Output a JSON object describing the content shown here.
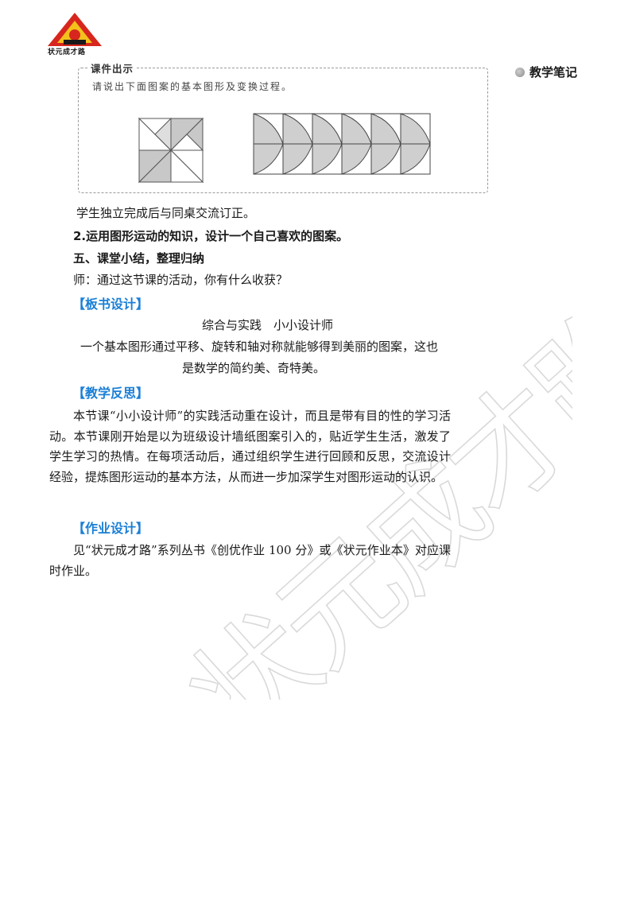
{
  "brand": {
    "logo_text": "状元成才路"
  },
  "sidebar": {
    "notes_label": "教学笔记"
  },
  "courseware": {
    "label": "课件出示",
    "prompt": "请说出下面图案的基本图形及变换过程。"
  },
  "content": {
    "line_check": "学生独立完成后与同桌交流订正。",
    "task2": "2.运用图形运动的知识，设计一个自己喜欢的图案。",
    "section5": "五、课堂小结，整理归纳",
    "teacher_q": "师：通过这节课的活动，你有什么收获？"
  },
  "board": {
    "heading": "【板书设计】",
    "title": "综合与实践　小小设计师",
    "line1": "一个基本图形通过平移、旋转和轴对称就能够得到美丽的图案，这也",
    "line2": "是数学的简约美、奇特美。"
  },
  "reflection": {
    "heading": "【教学反思】",
    "text": "本节课“小小设计师”的实践活动重在设计，而且是带有目的性的学习活动。本节课刚开始是以为班级设计墙纸图案引入的，贴近学生生活，激发了学生学习的热情。在每项活动后，通过组织学生进行回顾和反思，交流设计经验，提炼图形运动的基本方法，从而进一步加深学生对图形运动的认识。"
  },
  "homework": {
    "heading": "【作业设计】",
    "text": "见“状元成才路”系列丛书《创优作业 100 分》或《状元作业本》对应课时作业。"
  },
  "watermark": {
    "text": "状元成才路"
  },
  "colors": {
    "heading_blue": "#1a7fd6",
    "logo_red": "#d7261e",
    "figure_gray": "#c8c8c8"
  }
}
